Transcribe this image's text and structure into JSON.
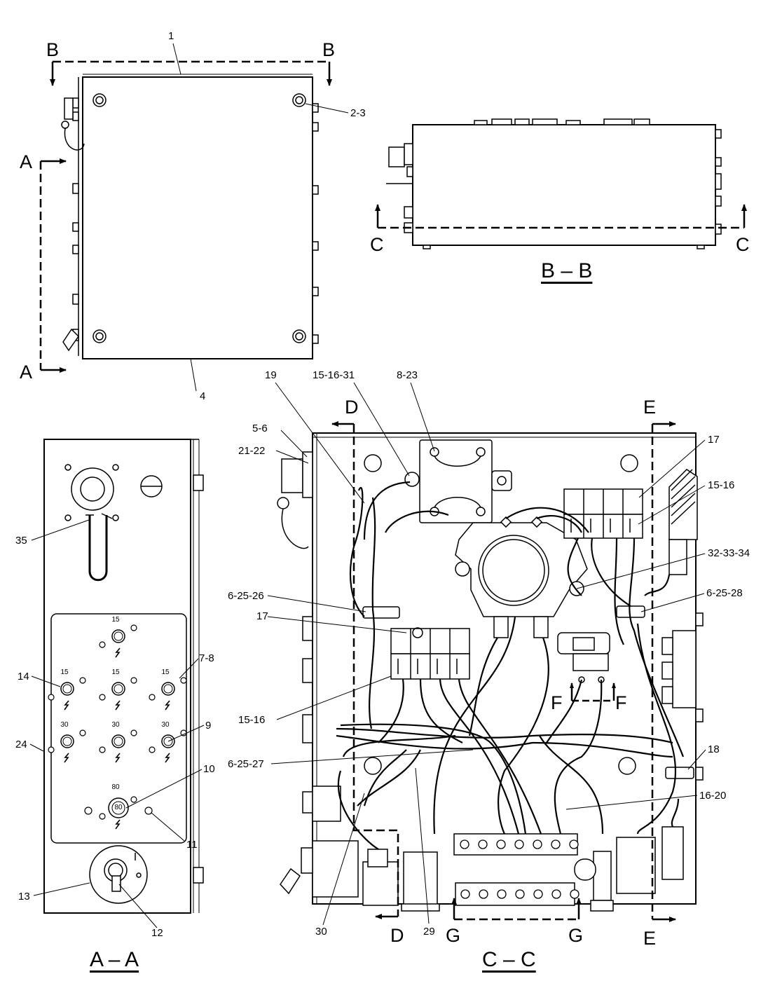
{
  "views": {
    "top": {},
    "bb": {
      "title": "B – B"
    },
    "aa": {
      "title": "A – A"
    },
    "cc": {
      "title": "C – C"
    }
  },
  "section_markers": {
    "b": "B",
    "a": "A",
    "c": "C",
    "d": "D",
    "e": "E",
    "f": "F",
    "g": "G"
  },
  "callouts": {
    "c1": "1",
    "c2_3": "2-3",
    "c4": "4",
    "c35": "35",
    "c7_8": "7-8",
    "c14": "14",
    "c9": "9",
    "c24": "24",
    "c10": "10",
    "c11": "11",
    "c13": "13",
    "c12": "12",
    "c19": "19",
    "c15_16_31": "15-16-31",
    "c8_23": "8-23",
    "c5_6": "5-6",
    "c21_22": "21-22",
    "c17_top": "17",
    "c15_16_top": "15-16",
    "c32_33_34": "32-33-34",
    "c6_25_26": "6-25-26",
    "c6_25_28": "6-25-28",
    "c17_mid": "17",
    "c15_16_mid": "15-16",
    "c6_25_27": "6-25-27",
    "c18": "18",
    "c16_20": "16-20",
    "c30": "30",
    "c29": "29"
  },
  "fuse_panel": {
    "ratings": {
      "r15": "15",
      "r30": "30",
      "r80": "80"
    },
    "chip_80": "80"
  }
}
